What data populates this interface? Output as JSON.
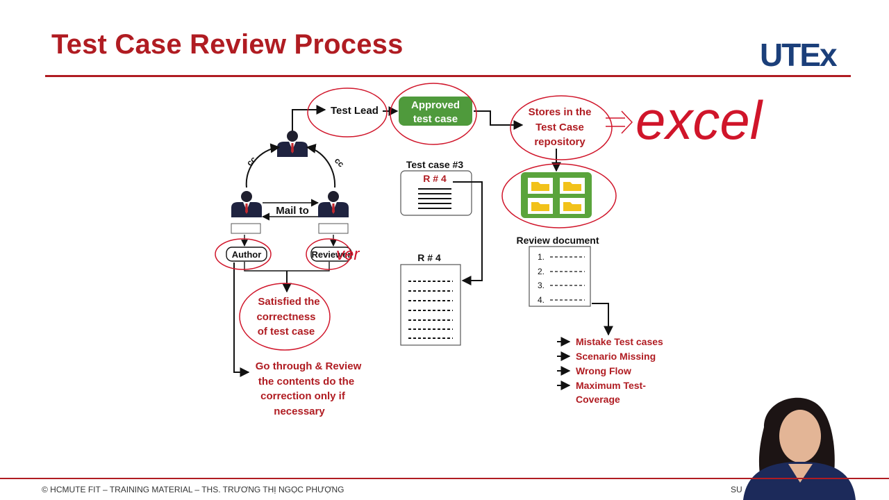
{
  "header": {
    "title": "Test Case Review Process",
    "logo_text": "UTEx"
  },
  "diagram": {
    "test_lead": "Test Lead",
    "approved": [
      "Approved",
      "test case"
    ],
    "stores": [
      "Stores in the",
      "Test Case",
      "repository"
    ],
    "handwritten_excel": "excel",
    "cc_left": "cc",
    "cc_right": "cc",
    "mail_to": "Mail to",
    "author": "Author",
    "reviewer": "Reviewer",
    "handwritten_reviewer_suffix": "ver",
    "test_case_3": "Test case #3",
    "r4_tag": "R # 4",
    "r4_doc": "R # 4",
    "review_document": "Review document",
    "review_items": [
      "1.",
      "2.",
      "3.",
      "4."
    ],
    "satisfied": [
      "Satisfied the",
      "correctness",
      "of test case"
    ],
    "go_through": [
      "Go through & Review",
      "the contents do the",
      "correction only if",
      "necessary"
    ],
    "outcomes": [
      "Mistake Test cases",
      "Scenario Missing",
      "Wrong Flow",
      "Maximum Test-",
      "Coverage"
    ]
  },
  "footer": {
    "left": "© HCMUTE FIT – TRAINING MATERIAL – THS. TRƯƠNG THỊ NGỌC PHƯỢNG",
    "right": "SU"
  },
  "colors": {
    "accent": "#b01c22",
    "logo": "#1b3f7a",
    "approved_green": "#4f9a3c",
    "folder_green": "#5aa43c",
    "folder_yellow": "#f2c21a"
  }
}
